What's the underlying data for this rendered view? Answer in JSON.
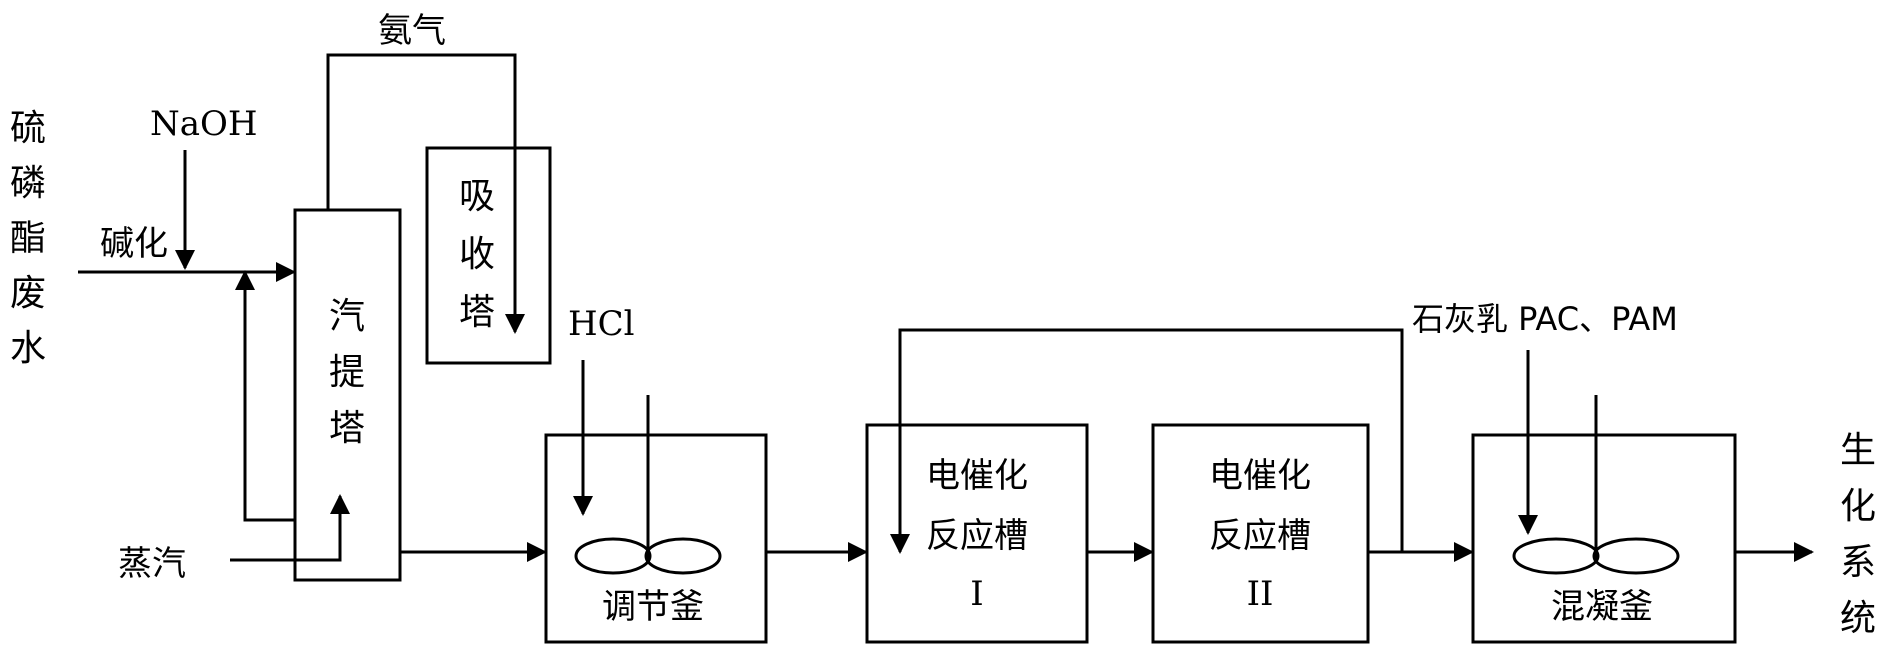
{
  "inputs": {
    "feed_label": "硫磷酯废水",
    "naoh_label": "NaOH",
    "alkalize_label": "碱化",
    "ammonia_label": "氨气",
    "steam_label": "蒸汽",
    "hcl_label": "HCl",
    "coag_reagents_label": "石灰乳 PAC、PAM"
  },
  "units": {
    "stripper": "汽提塔",
    "absorber": "吸收塔",
    "regulating_tank": "调节釜",
    "reactor1_line1": "电催化",
    "reactor1_line2": "反应槽",
    "reactor1_id": "I",
    "reactor2_line1": "电催化",
    "reactor2_line2": "反应槽",
    "reactor2_id": "II",
    "coagulation_tank": "混凝釜"
  },
  "outputs": {
    "biochem_label": "生化系统"
  },
  "colors": {
    "line": "#000000",
    "background": "#ffffff"
  }
}
